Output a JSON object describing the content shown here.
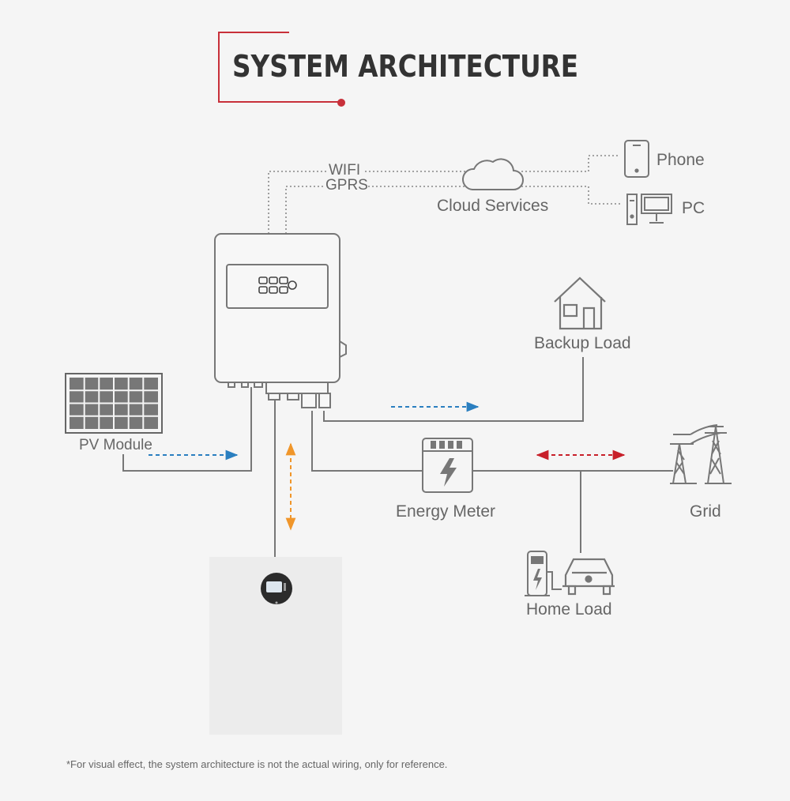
{
  "title": "SYSTEM ARCHITECTURE",
  "labels": {
    "wifi": "WIFI",
    "gprs": "GPRS",
    "cloud": "Cloud Services",
    "phone": "Phone",
    "pc": "PC",
    "backup_load": "Backup Load",
    "pv_module": "PV Module",
    "energy_meter": "Energy Meter",
    "grid": "Grid",
    "home_load": "Home Load"
  },
  "footnote": "*For visual effect, the system architecture is not the actual wiring, only for reference.",
  "colors": {
    "accent": "#c8303a",
    "line": "#777777",
    "flow_blue": "#2a7fc0",
    "flow_red": "#c8202a",
    "flow_orange": "#f0962a"
  },
  "icons": [
    "cloud-icon",
    "phone-icon",
    "pc-icon",
    "house-icon",
    "solar-panel-icon",
    "inverter-icon",
    "battery-icon",
    "energy-meter-icon",
    "grid-tower-icon",
    "ev-charger-icon",
    "car-icon"
  ]
}
